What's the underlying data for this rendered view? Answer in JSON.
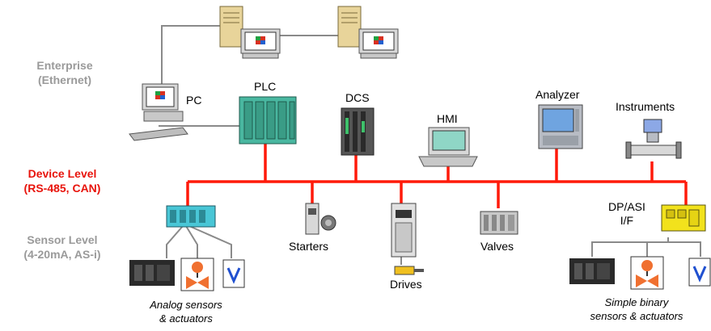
{
  "levels": {
    "enterprise": {
      "line1": "Enterprise",
      "line2": "(Ethernet)",
      "color": "#9a9a9a"
    },
    "device": {
      "line1": "Device Level",
      "line2": "(RS-485, CAN)",
      "color": "#e8140c"
    },
    "sensor": {
      "line1": "Sensor Level",
      "line2": "(4-20mA, AS-i)",
      "color": "#9a9a9a"
    }
  },
  "nodes": {
    "pc": "PC",
    "plc": "PLC",
    "dcs": "DCS",
    "hmi": "HMI",
    "analyzer": "Analyzer",
    "instruments": "Instruments",
    "starters": "Starters",
    "drives": "Drives",
    "valves": "Valves",
    "dp_asi_line1": "DP/ASI",
    "dp_asi_line2": "I/F"
  },
  "captions": {
    "analog_line1": "Analog sensors",
    "analog_line2": "& actuators",
    "binary_line1": "Simple binary",
    "binary_line2": "sensors & actuators"
  },
  "colors": {
    "bus": "#ff1a0a",
    "ethernet": "#8a8a8a",
    "plc_teal": "#49b7a0",
    "asi_yellow": "#f2e21c"
  }
}
